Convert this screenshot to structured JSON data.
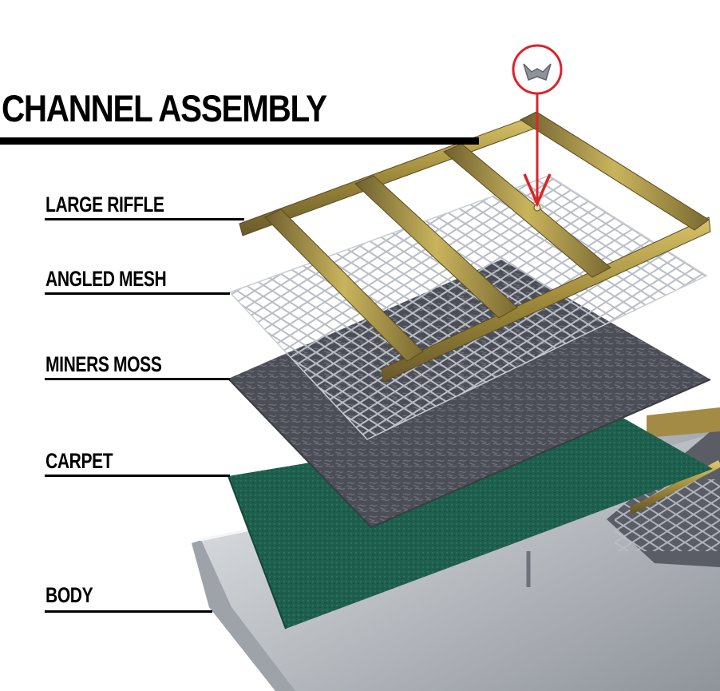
{
  "title": "CHANNEL ASSEMBLY",
  "parts": [
    {
      "label": "LARGE RIFFLE"
    },
    {
      "label": "ANGLED MESH"
    },
    {
      "label": "MINERS MOSS"
    },
    {
      "label": "CARPET"
    },
    {
      "label": "BODY"
    }
  ],
  "callout": {
    "icon": "wing-nut-icon",
    "color": "#d8252a"
  },
  "colors": {
    "riffle": "#a08c3c",
    "mesh": "#b8bcc4",
    "moss": "#4d4f58",
    "carpet": "#1e5e4c",
    "body": "#c9ccd1"
  }
}
